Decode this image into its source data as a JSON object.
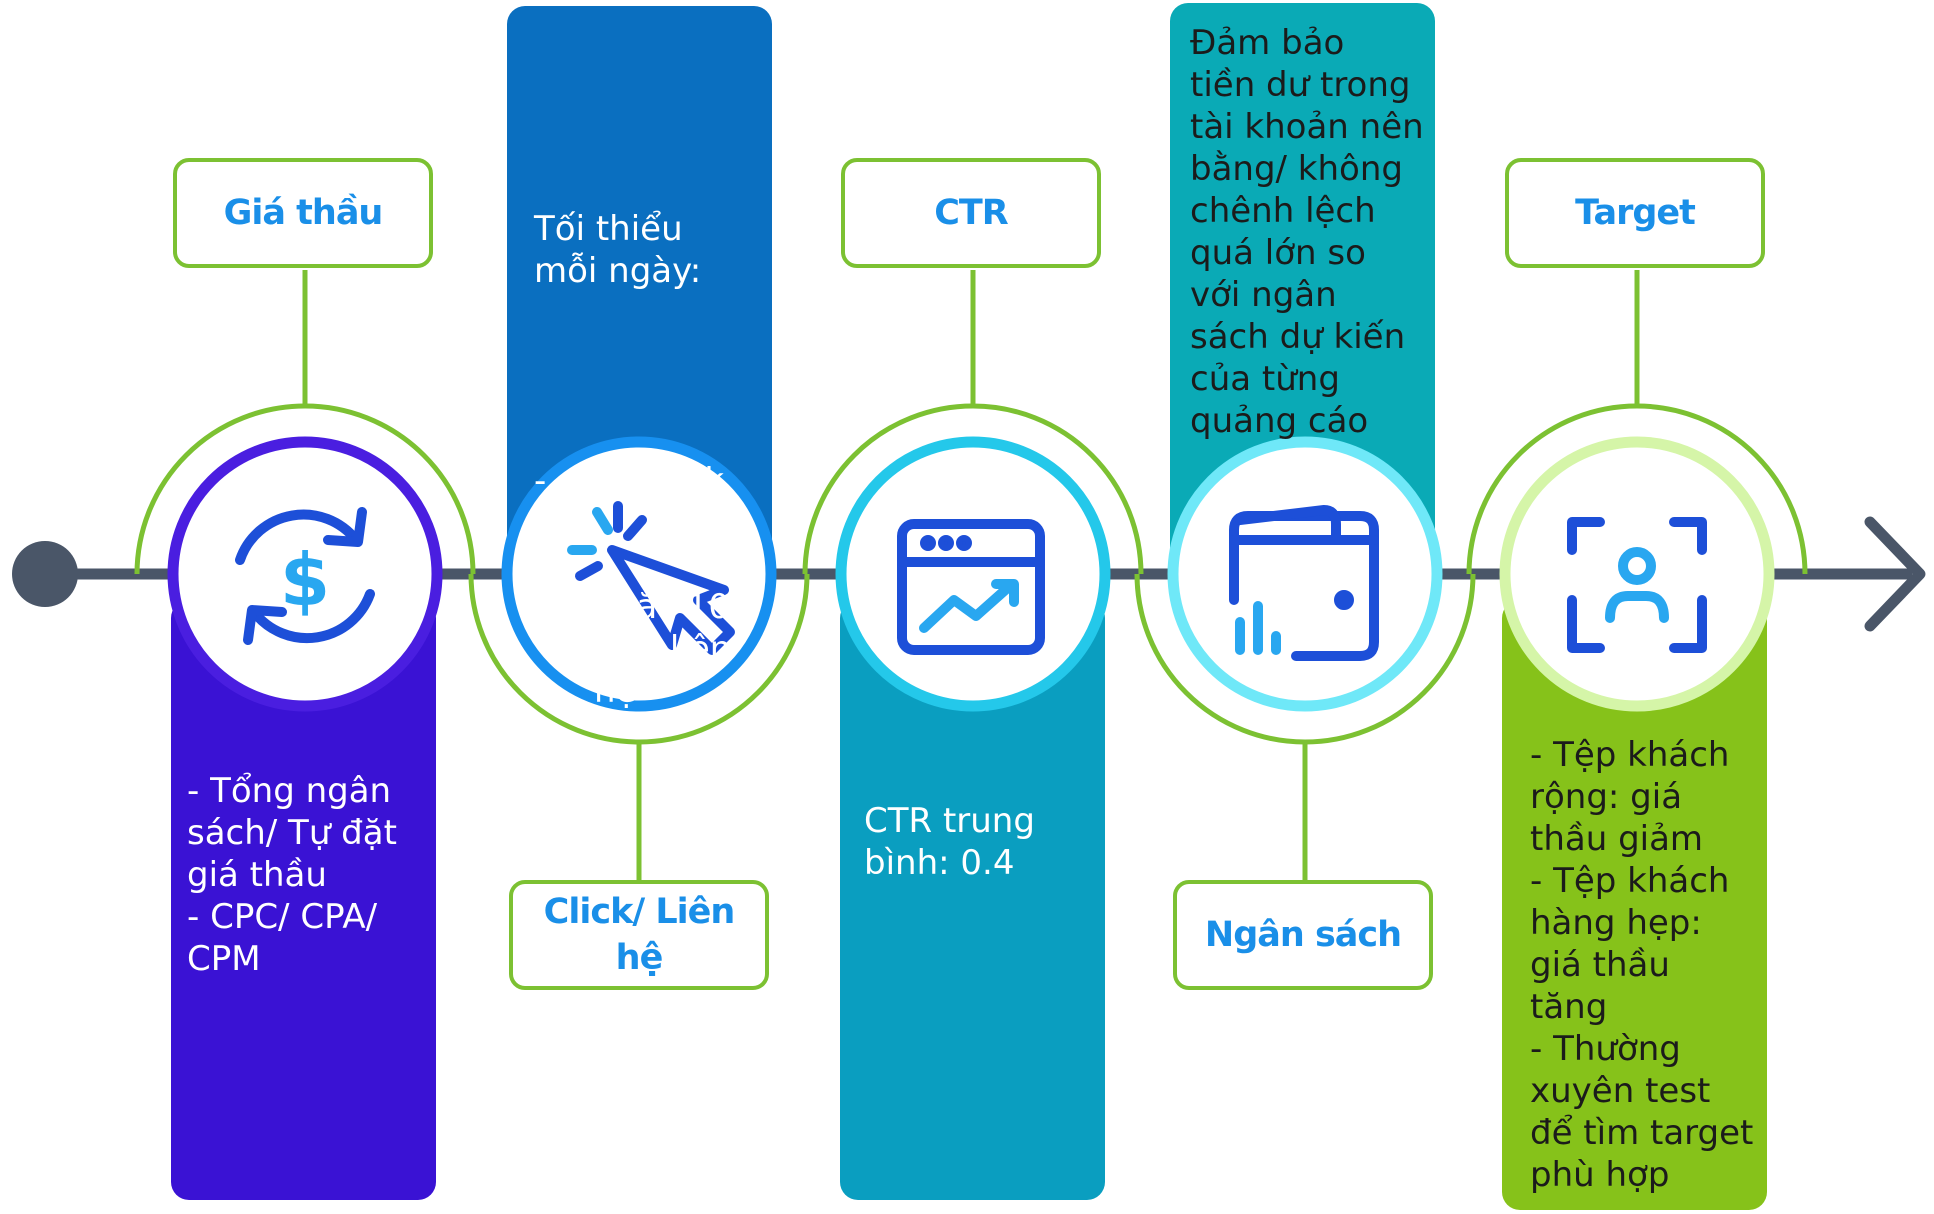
{
  "stages": [
    {
      "label": "Giá thầu",
      "icon": "dollar-refresh-icon",
      "description": "- Tổng ngân\nsách/ Tự đặt\ngiá thầu\n- CPC/ CPA/\nCPM"
    },
    {
      "label": "Click/ Liên\nhệ",
      "icon": "cursor-click-icon",
      "description_intro": "Tối thiểu\nmỗi ngày:",
      "description_items": [
        "50 click",
        "hoặc 10\nlượt liên\nhệ"
      ]
    },
    {
      "label": "CTR",
      "icon": "browser-chart-icon",
      "description": "CTR trung\nbình: 0.4"
    },
    {
      "label": "Ngân sách",
      "icon": "wallet-chart-icon",
      "description": "Đảm bảo\ntiền dư trong\ntài khoản nên\nbằng/ không\nchênh lệch\nquá lớn so\nvới ngân\nsách dự kiến\ncủa từng\nquảng cáo"
    },
    {
      "label": "Target",
      "icon": "user-focus-icon",
      "description": "- Tệp khách\nrộng: giá\nthầu giảm\n- Tệp khách\nhàng hẹp:\ngiá thầu\ntăng\n- Thường\nxuyên test\nđể tìm target\nphù hợp"
    }
  ],
  "colors": {
    "timeline": "#4a5668",
    "outline_green": "#7cc132",
    "label_text": "#1a8fe8",
    "icon_blue": "#1d4fd8",
    "panel_1": "#3a12d4",
    "panel_2": "#0a6fc0",
    "panel_3": "#0a9ec0",
    "panel_4": "#0aaab6",
    "panel_5": "#86c21a"
  }
}
